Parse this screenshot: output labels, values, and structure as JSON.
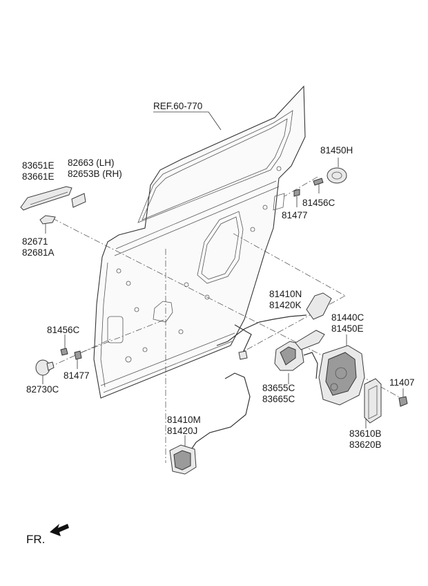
{
  "reference": "REF.60-770",
  "direction": "FR.",
  "labels": {
    "handle_cover_a": "83651E",
    "handle_cover_b": "83661E",
    "garnish_lh": "82663 (LH)",
    "garnish_rh": "82653B (RH)",
    "handle_base_a": "82671",
    "handle_base_b": "82681A",
    "striker": "81450H",
    "bolt_top": "81456C",
    "screw_top": "81477",
    "cable_upper_a": "81410N",
    "cable_upper_b": "81420K",
    "latch_a": "81440C",
    "latch_b": "81450E",
    "bolt_left": "81456C",
    "screw_left": "81477",
    "cap_left": "82730C",
    "inside_handle_a": "83655C",
    "inside_handle_b": "83665C",
    "bolt_right": "11407",
    "cover_a": "83610B",
    "cover_b": "83620B",
    "cable_lower_a": "81410M",
    "cable_lower_b": "81420J"
  }
}
